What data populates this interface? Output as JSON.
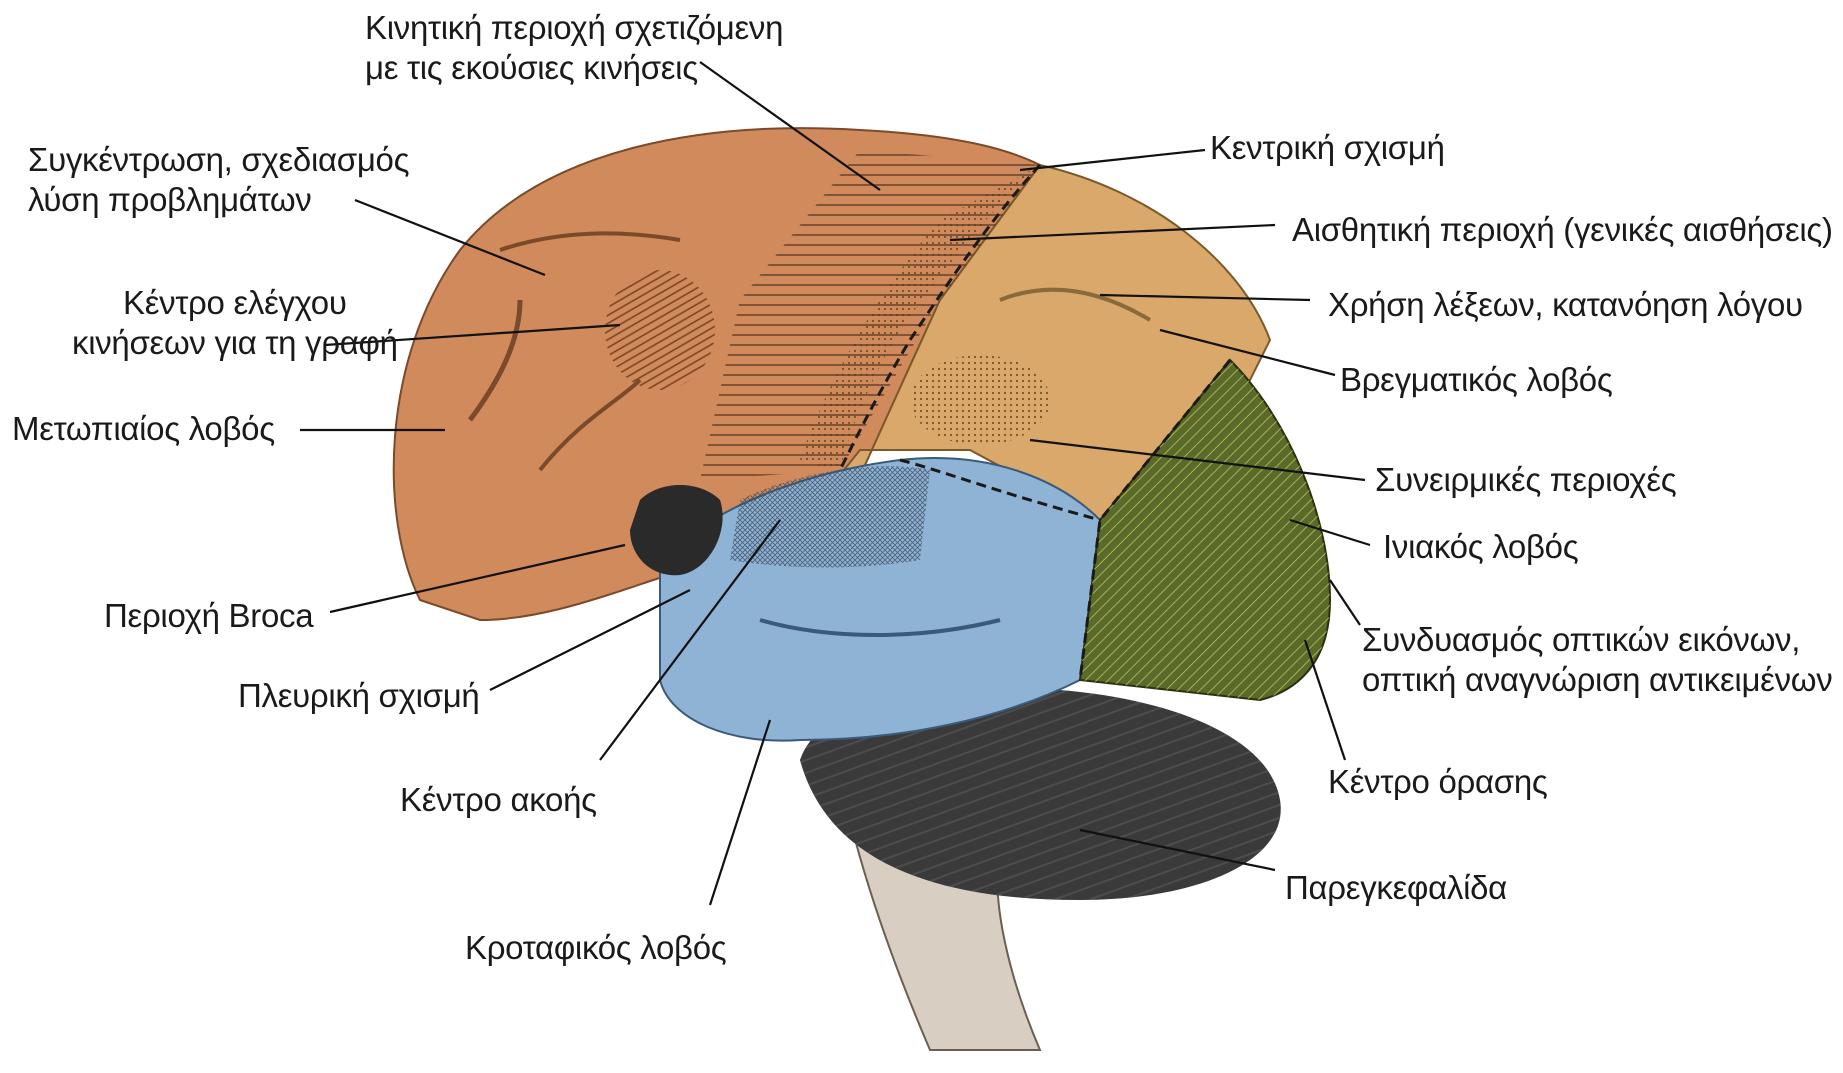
{
  "labels": {
    "motor_voluntary": [
      "Κινητική περιοχή σχετιζόμενη",
      "με τις εκούσιες κινήσεις"
    ],
    "concentration": [
      "Συγκέντρωση, σχεδιασμός",
      "λύση προβλημάτων"
    ],
    "writing_center": [
      "Κέντρο ελέγχου",
      "κινήσεων για τη γραφή"
    ],
    "frontal_lobe": "Μετωπιαίος λοβός",
    "broca": "Περιοχή Broca",
    "lateral_fissure": "Πλευρική σχισμή",
    "hearing_center": "Κέντρο ακοής",
    "temporal_lobe": "Κροταφικός λοβός",
    "central_sulcus": "Κεντρική σχισμή",
    "sensory_area": "Αισθητική περιοχή (γενικές αισθήσεις)",
    "word_use": "Χρήση λέξεων, κατανόηση λόγου",
    "parietal_lobe": "Βρεγματικός λοβός",
    "association_areas": "Συνειρμικές περιοχές",
    "occipital_lobe": "Ινιακός λοβός",
    "visual_combination": [
      "Συνδυασμός οπτικών εικόνων,",
      "οπτική αναγνώριση αντικειμένων"
    ],
    "vision_center": "Κέντρο όρασης",
    "cerebellum": "Παρεγκεφαλίδα"
  },
  "colors": {
    "frontal": "#d08a5c",
    "parietal": "#d9a86a",
    "temporal": "#8fb3d4",
    "occipital": "#5a6a2a",
    "cerebellum": "#3a3a3a",
    "brainstem": "#d8cfc2",
    "broca": "#2a2a2a"
  }
}
